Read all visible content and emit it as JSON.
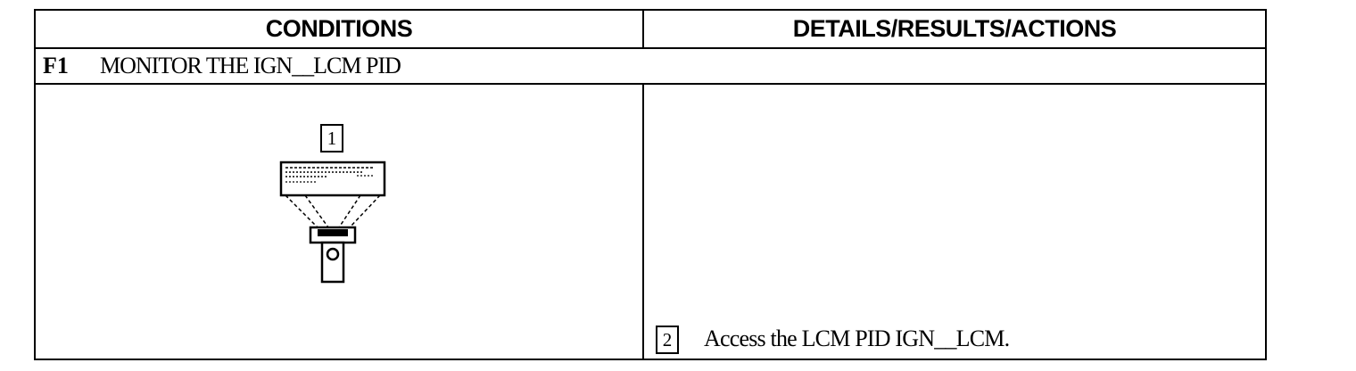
{
  "table": {
    "columns": {
      "conditions": "CONDITIONS",
      "details": "DETAILS/RESULTS/ACTIONS"
    },
    "step": {
      "id": "F1",
      "title": "MONITOR THE IGN__LCM PID"
    },
    "figure": {
      "callout": "1",
      "icon": "scan-tool-icon"
    },
    "action": {
      "callout": "2",
      "text": "Access the LCM PID IGN__LCM."
    }
  }
}
